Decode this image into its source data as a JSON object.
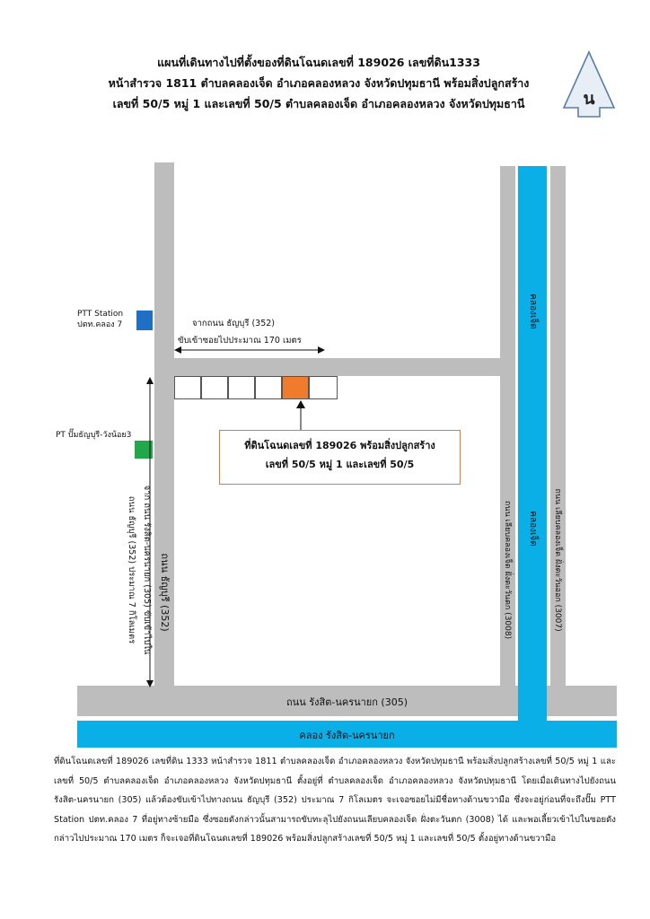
{
  "title": {
    "line1": "แผนที่เดินทางไปที่ตั้งของที่ดินโฉนดเลขที่ 189026 เลขที่ดิน1333",
    "line2": "หน้าสำรวจ 1811 ตำบลคลองเจ็ด อำเภอคลองหลวง จังหวัดปทุมธานี พร้อมสิ่งปลูกสร้าง",
    "line3": "เลขที่ 50/5 หมู่ 1 และเลขที่ 50/5 ตำบลคลองเจ็ด อำเภอคลองหลวง จังหวัดปทุมธานี"
  },
  "north_symbol": {
    "letter": "น",
    "icon": "north-arrow-icon"
  },
  "map": {
    "ptt_station": {
      "line1": "PTT Station",
      "line2": "ปตท.คลอง 7",
      "color": "#1f6fc4"
    },
    "pt_station": {
      "label": "PT ปั๊มธัญบุรี-วังน้อย3",
      "color": "#22a84a"
    },
    "soi_distance": {
      "line1": "จากถนน ธัญบุรี (352)",
      "line2": "ขับเข้าซอยไปประมาณ 170 เมตร"
    },
    "callout": {
      "line1": "ที่ดินโฉนดเลขที่ 189026 พร้อมสิ่งปลูกสร้าง",
      "line2": "เลขที่ 50/5 หมู่ 1 และเลขที่ 50/5"
    },
    "road_thanyaburi_distance": {
      "line1": "จาก ถนน รังสิต-นครนายก (305) ขับเข้าไปใน",
      "line2": "ถนน ธัญบุรี (352) ประมาณ 7 กิโลเมตร"
    },
    "road_thanyaburi": "ถนน ธัญบุรี (352)",
    "road_west_canal": "ถนน เลียบคลองเจ็ด ฝั่งตะวันตก (3008)",
    "road_east_canal": "ถนน เลียบคลองเจ็ด ฝั่งตะวันออก (3007)",
    "canal_khlong7_top": "คลองเจ็ด",
    "canal_khlong7_mid": "คลองเจ็ด",
    "road_rangsit": "ถนน รังสิต-นครนายก (305)",
    "canal_rangsit": "คลอง รังสิต-นครนายก",
    "plot_highlight_color": "#ef7b2c",
    "road_color": "#bdbdbd",
    "canal_color": "#0aafe8"
  },
  "description": "ที่ดินโฉนดเลขที่ 189026 เลขที่ดิน 1333 หน้าสำรวจ 1811 ตำบลคลองเจ็ด อำเภอคลองหลวง จังหวัดปทุมธานี พร้อมสิ่งปลูกสร้างเลขที่ 50/5 หมู่ 1 และเลขที่ 50/5 ตำบลคลองเจ็ด อำเภอคลองหลวง จังหวัดปทุมธานี ตั้งอยู่ที่ ตำบลคลองเจ็ด อำเภอคลองหลวง จังหวัดปทุมธานี โดยเมื่อเดินทางไปยังถนน รังสิต-นครนายก (305) แล้วต้องขับเข้าไปทางถนน ธัญบุรี (352) ประมาณ 7 กิโลเมตร จะเจอซอยไม่มีชื่อทางด้านขวามือ ซึ่งจะอยู่ก่อนที่จะถึงปั๊ม PTT Station ปตท.คลอง 7 ที่อยู่ทางซ้ายมือ ซึ่งซอยดังกล่าวนั้นสามารถขับทะลุไปยังถนนเลียบคลองเจ็ด ฝั่งตะวันตก (3008) ได้ และพอเลี้ยวเข้าไปในซอยดังกล่าวไปประมาณ 170 เมตร ก็จะเจอที่ดินโฉนดเลขที่ 189026 พร้อมสิ่งปลูกสร้างเลขที่ 50/5 หมู่ 1 และเลขที่ 50/5 ตั้งอยู่ทางด้านขวามือ"
}
